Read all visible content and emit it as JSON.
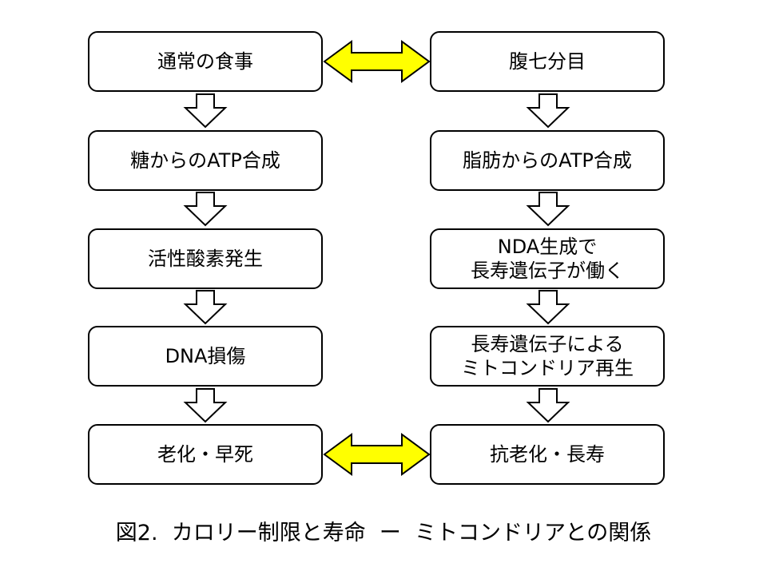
{
  "left_flow": [
    "通常の食事",
    "糖からのATP合成",
    "活性酸素発生",
    "DNA損傷",
    "老化・早死"
  ],
  "right_flow": [
    "腹七分目",
    "脂肪からのATP合成",
    "NDA生成で\n長寿遺伝子が働く",
    "長寿遺伝子による\nミトコンドリア再生",
    "抗老化・長寿"
  ],
  "caption": "図2.  カロリー制限と寿命  ー  ミトコンドリアとの関係",
  "colors": {
    "double_arrow_fill": "#ffff00",
    "outline": "#000000",
    "down_arrow_fill": "#ffffff"
  }
}
